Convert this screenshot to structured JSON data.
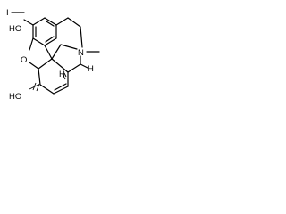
{
  "salt": {
    "iodide": "I",
    "iodide_bond": "—"
  },
  "molecule": {
    "hydroxyl_phenol": "HO",
    "ether_oxygen": "O",
    "hydroxyl_alcohol": "HO",
    "nitrogen": "N",
    "methyl": "—",
    "stereo_h_top": "H",
    "stereo_h_bottom": "H"
  }
}
